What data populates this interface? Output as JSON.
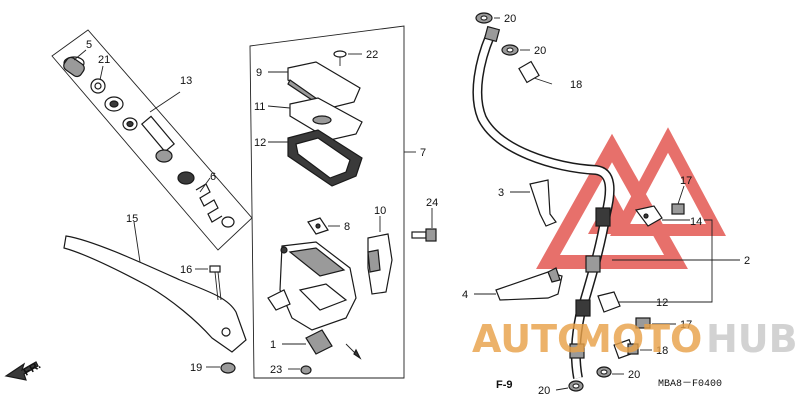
{
  "labels": {
    "p1": "1",
    "p2": "2",
    "p3": "3",
    "p4": "4",
    "p5": "5",
    "p6": "6",
    "p7": "7",
    "p8": "8",
    "p9": "9",
    "p10": "10",
    "p11": "11",
    "p12": "12",
    "p12b": "12",
    "p13": "13",
    "p14": "14",
    "p15": "15",
    "p16": "16",
    "p17": "17",
    "p17b": "17",
    "p18": "18",
    "p18b": "18",
    "p19": "19",
    "p20a": "20",
    "p20b": "20",
    "p20c": "20",
    "p20d": "20",
    "p21": "21",
    "p22": "22",
    "p23": "23",
    "p24": "24"
  },
  "front_marker": "FR.",
  "section_ref": "F-9",
  "diagram_code": "MBA8－F0400",
  "watermark": {
    "text_a": "AUTO",
    "text_b": "MOTO",
    "text_c": "HUB",
    "color_primary": "#e0413a",
    "color_secondary": "#e8a24a",
    "color_tertiary": "#c9c9c9"
  }
}
